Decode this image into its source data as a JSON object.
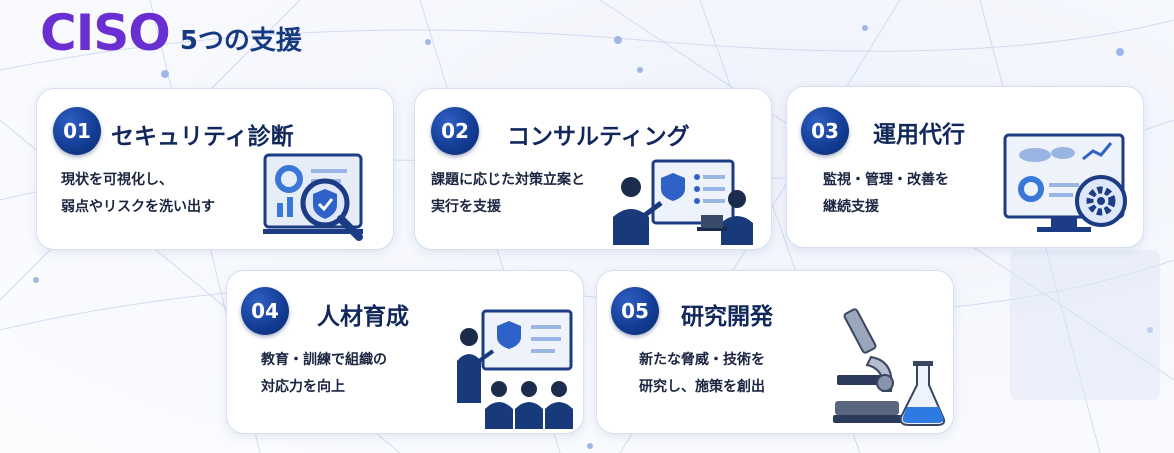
{
  "header": {
    "brand": "CISO",
    "subtitle": "5つの支援"
  },
  "colors": {
    "brand": "#6a2fd0",
    "navy": "#12285c",
    "badge": "#123b91",
    "accent": "#3a78d8"
  },
  "cards": [
    {
      "number": "01",
      "title": "セキュリティ診断",
      "lines": [
        "現状を可視化し、",
        "弱点やリスクを洗い出す"
      ],
      "icon": "monitor-shield-magnifier-icon"
    },
    {
      "number": "02",
      "title": "コンサルティング",
      "lines": [
        "課題に応じた対策立案と",
        "実行を支援"
      ],
      "icon": "consultants-whiteboard-icon"
    },
    {
      "number": "03",
      "title": "運用代行",
      "lines": [
        "監視・管理・改善を",
        "継続支援"
      ],
      "icon": "dashboard-monitor-gear-icon"
    },
    {
      "number": "04",
      "title": "人材育成",
      "lines": [
        "教育・訓練で組織の",
        "対応力を向上"
      ],
      "icon": "trainer-audience-icon"
    },
    {
      "number": "05",
      "title": "研究開発",
      "lines": [
        "新たな脅威・技術を",
        "研究し、施策を創出"
      ],
      "icon": "microscope-flask-icon"
    }
  ]
}
